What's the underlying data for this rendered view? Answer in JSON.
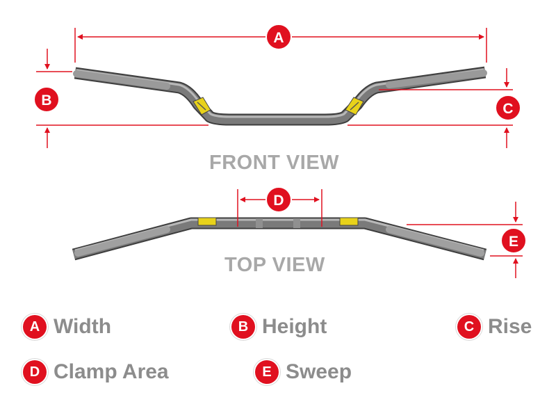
{
  "front_view": {
    "title": "FRONT VIEW",
    "markers": {
      "a": "A",
      "b": "B",
      "c": "C"
    }
  },
  "top_view": {
    "title": "TOP VIEW",
    "markers": {
      "d": "D",
      "e": "E"
    }
  },
  "legend": [
    {
      "letter": "A",
      "label": "Width"
    },
    {
      "letter": "B",
      "label": "Height"
    },
    {
      "letter": "C",
      "label": "Rise"
    },
    {
      "letter": "D",
      "label": "Clamp Area"
    },
    {
      "letter": "E",
      "label": "Sweep"
    }
  ],
  "colors": {
    "accent_red": "#e0101f",
    "bar_gray": "#6f6f6f",
    "label_gray": "#8c8c8c",
    "decal_yellow": "#e8d21a"
  }
}
